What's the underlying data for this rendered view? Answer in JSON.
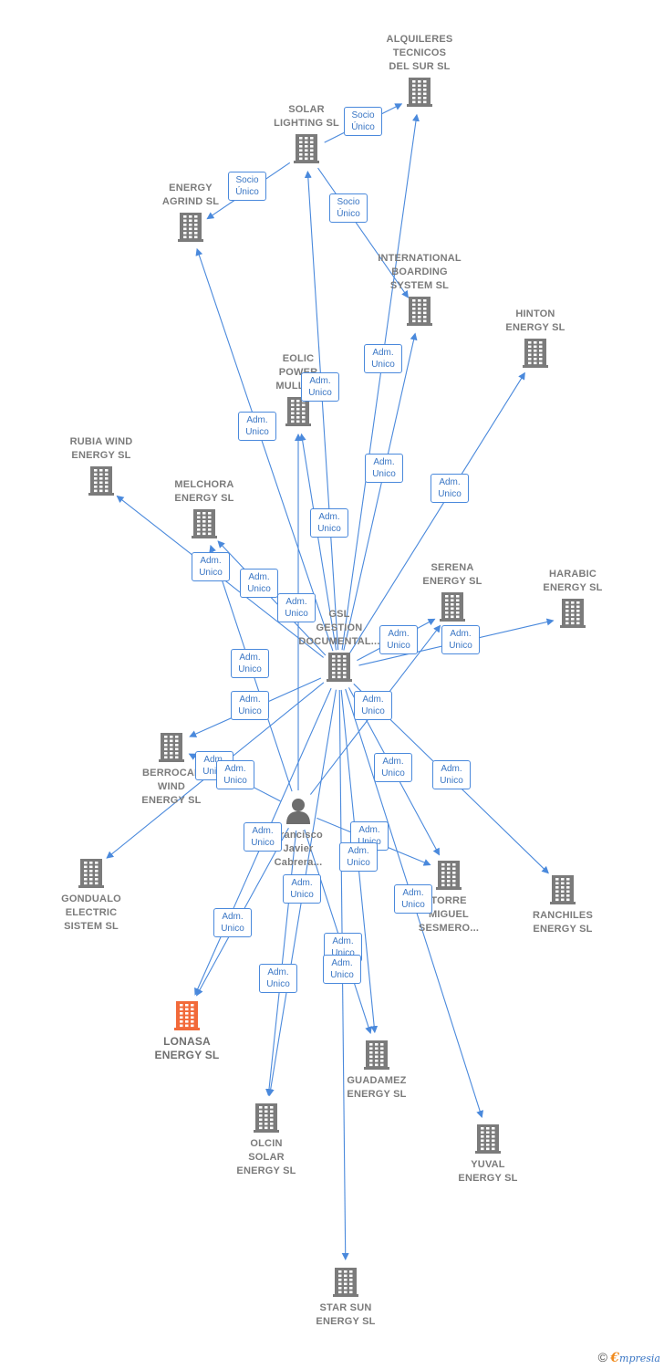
{
  "colors": {
    "edge": "#4a89dc",
    "company": "#7b7b7b",
    "focus": "#f26a3a",
    "person": "#6d6d6d"
  },
  "nodes": [
    {
      "id": "alquileres",
      "label": "ALQUILERES\nTECNICOS\nDEL SUR SL",
      "type": "company"
    },
    {
      "id": "solar_lighting",
      "label": "SOLAR\nLIGHTING SL",
      "type": "company"
    },
    {
      "id": "energy_agrind",
      "label": "ENERGY\nAGRIND  SL",
      "type": "company"
    },
    {
      "id": "international",
      "label": "INTERNATIONAL\nBOARDING\nSYSTEM  SL",
      "type": "company"
    },
    {
      "id": "hinton",
      "label": "HINTON\nENERGY  SL",
      "type": "company"
    },
    {
      "id": "eolic",
      "label": "EOLIC\nPOWER\nMULLA...",
      "type": "company"
    },
    {
      "id": "rubia",
      "label": "RUBIA WIND\nENERGY  SL",
      "type": "company"
    },
    {
      "id": "melchora",
      "label": "MELCHORA\nENERGY  SL",
      "type": "company"
    },
    {
      "id": "serena",
      "label": "SERENA\nENERGY  SL",
      "type": "company"
    },
    {
      "id": "harabic",
      "label": "HARABIC\nENERGY  SL",
      "type": "company"
    },
    {
      "id": "gsl",
      "label": "GSL\nGESTION\nDOCUMENTAL...",
      "type": "company"
    },
    {
      "id": "berrocal",
      "label": "BERROCAL\nWIND\nENERGY  SL",
      "type": "company"
    },
    {
      "id": "francisco",
      "label": "Francisco\nJavier\nCabrera...",
      "type": "person"
    },
    {
      "id": "gondualo",
      "label": "GONDUALO\nELECTRIC\nSISTEM  SL",
      "type": "company"
    },
    {
      "id": "torre",
      "label": "TORRE\nMIGUEL\nSESMERO...",
      "type": "company"
    },
    {
      "id": "ranchiles",
      "label": "RANCHILES\nENERGY  SL",
      "type": "company"
    },
    {
      "id": "lonasa",
      "label": "LONASA\nENERGY  SL",
      "type": "focus"
    },
    {
      "id": "guadamez",
      "label": "GUADAMEZ\nENERGY  SL",
      "type": "company"
    },
    {
      "id": "olcin",
      "label": "OLCIN\nSOLAR\nENERGY  SL",
      "type": "company"
    },
    {
      "id": "yuval",
      "label": "YUVAL\nENERGY  SL",
      "type": "company"
    },
    {
      "id": "starsun",
      "label": "STAR SUN\nENERGY  SL",
      "type": "company"
    }
  ],
  "edges": [
    {
      "from": "solar_lighting",
      "to": "alquileres",
      "label": "Socio\nÚnico"
    },
    {
      "from": "solar_lighting",
      "to": "energy_agrind",
      "label": "Socio\nÚnico"
    },
    {
      "from": "solar_lighting",
      "to": "international",
      "label": "Socio\nÚnico"
    },
    {
      "from": "gsl",
      "to": "international",
      "label": "Adm.\nUnico"
    },
    {
      "from": "gsl",
      "to": "eolic",
      "label": "Adm.\nUnico"
    },
    {
      "from": "gsl",
      "to": "energy_agrind",
      "label": "Adm.\nUnico"
    },
    {
      "from": "gsl",
      "to": "alquileres",
      "label": "Adm.\nUnico"
    },
    {
      "from": "gsl",
      "to": "hinton",
      "label": "Adm.\nUnico"
    },
    {
      "from": "gsl",
      "to": "solar_lighting",
      "label": "Adm.\nUnico"
    },
    {
      "from": "gsl",
      "to": "rubia",
      "label": "Adm.\nUnico"
    },
    {
      "from": "gsl",
      "to": "melchora",
      "label": "Adm.\nUnico"
    },
    {
      "from": "gsl",
      "to": "harabic",
      "label": "Adm.\nUnico"
    },
    {
      "from": "gsl",
      "to": "serena",
      "label": "Adm.\nUnico"
    },
    {
      "from": "gsl",
      "to": "berrocal",
      "label": "Adm.\nUnico"
    },
    {
      "from": "gsl",
      "to": "gondualo",
      "label": "Adm.\nUnico"
    },
    {
      "from": "gsl",
      "to": "ranchiles",
      "label": "Adm.\nUnico"
    },
    {
      "from": "gsl",
      "to": "torre",
      "label": "Adm.\nUnico"
    },
    {
      "from": "gsl",
      "to": "lonasa",
      "label": "Adm.\nUnico"
    },
    {
      "from": "gsl",
      "to": "guadamez",
      "label": "Adm.\nUnico"
    },
    {
      "from": "gsl",
      "to": "olcin",
      "label": "Adm.\nUnico"
    },
    {
      "from": "gsl",
      "to": "yuval",
      "label": "Adm.\nUnico"
    },
    {
      "from": "gsl",
      "to": "starsun",
      "label": "Adm.\nUnico"
    },
    {
      "from": "francisco",
      "to": "melchora",
      "label": "Adm.\nUnico"
    },
    {
      "from": "francisco",
      "to": "eolic",
      "label": "Adm.\nUnico"
    },
    {
      "from": "francisco",
      "to": "serena",
      "label": "Adm.\nUnico"
    },
    {
      "from": "francisco",
      "to": "berrocal",
      "label": "Adm.\nUnico"
    },
    {
      "from": "francisco",
      "to": "torre",
      "label": "Adm.\nUnico"
    },
    {
      "from": "francisco",
      "to": "lonasa",
      "label": "Adm.\nUnico"
    },
    {
      "from": "francisco",
      "to": "olcin",
      "label": "Adm.\nUnico"
    },
    {
      "from": "francisco",
      "to": "guadamez",
      "label": "Adm.\nUnico"
    }
  ],
  "footer": {
    "copyright": "©",
    "brand_e": "€",
    "brand_rest": "mpresia"
  }
}
